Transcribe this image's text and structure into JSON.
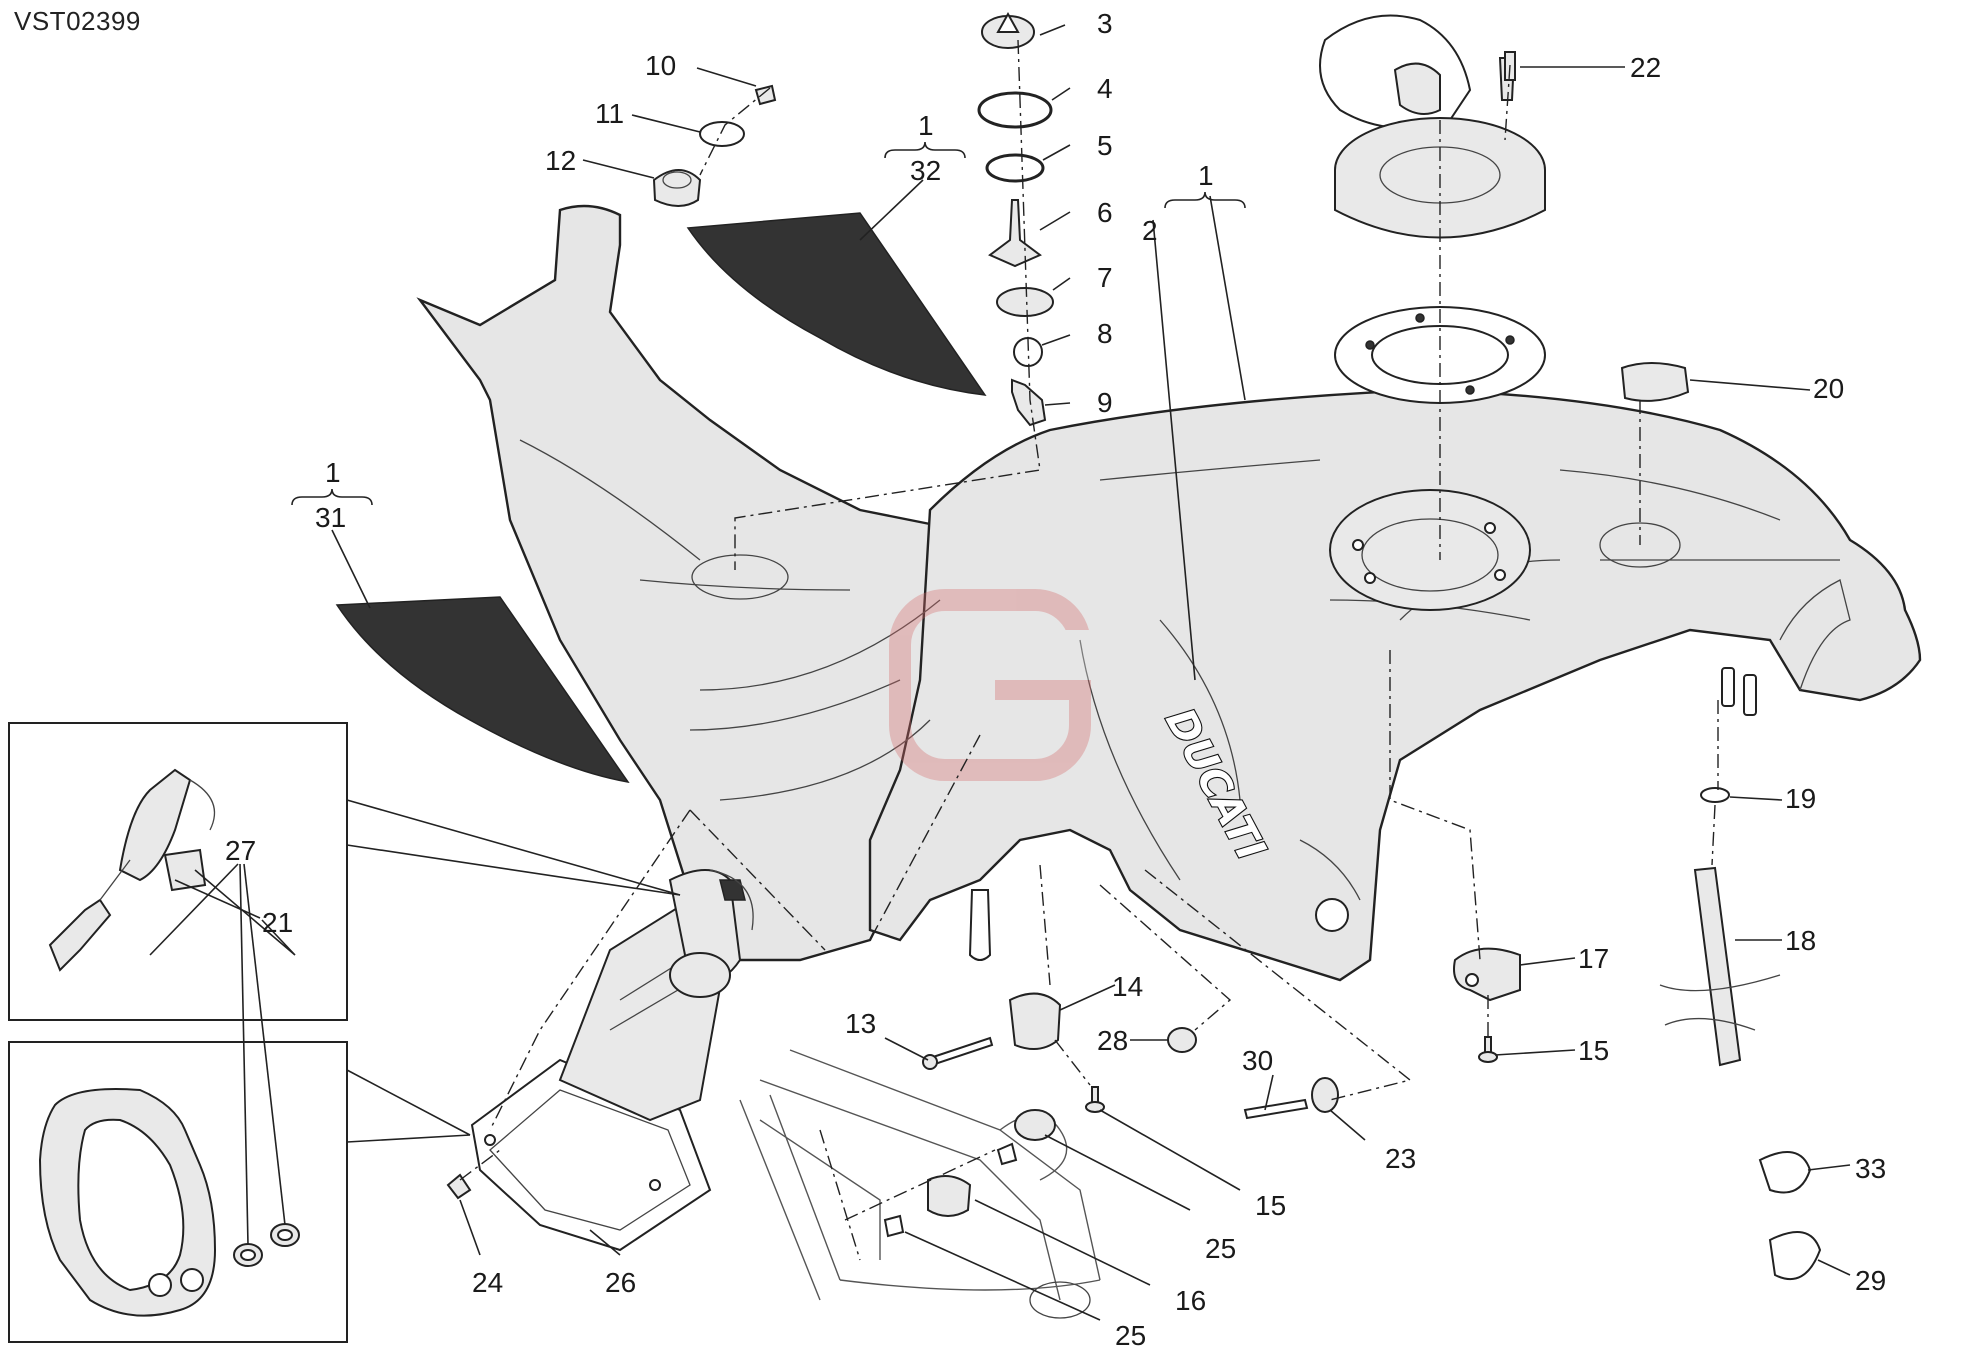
{
  "drawing": {
    "code": "VST02399",
    "brand_mark": "DUCATI",
    "callouts": {
      "c1a": "1",
      "c32": "32",
      "c1b": "1",
      "c2": "2",
      "c1c": "1",
      "c31": "31",
      "c3": "3",
      "c4": "4",
      "c5": "5",
      "c6": "6",
      "c7": "7",
      "c8": "8",
      "c9": "9",
      "c10": "10",
      "c11": "11",
      "c12": "12",
      "c13": "13",
      "c14": "14",
      "c15a": "15",
      "c15b": "15",
      "c16": "16",
      "c17": "17",
      "c18": "18",
      "c19": "19",
      "c20": "20",
      "c21": "21",
      "c22": "22",
      "c23": "23",
      "c24": "24",
      "c25a": "25",
      "c25b": "25",
      "c26": "26",
      "c27": "27",
      "c28": "28",
      "c29": "29",
      "c30": "30",
      "c33": "33"
    }
  }
}
